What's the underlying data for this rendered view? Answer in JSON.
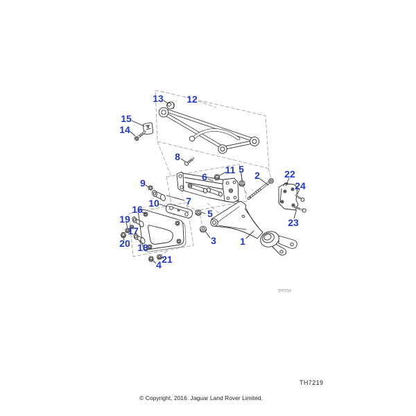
{
  "diagram": {
    "drawing_code": "TH7219",
    "callouts": {
      "n1": "1",
      "n2": "2",
      "n3": "3",
      "n4": "4",
      "n5": "5",
      "n6": "6",
      "n7": "7",
      "n8": "8",
      "n9": "9",
      "n10": "10",
      "n11": "11",
      "n12": "12",
      "n13": "13",
      "n14": "14",
      "n15": "15",
      "n16": "16",
      "n17": "17",
      "n18": "18",
      "n19": "19",
      "n20": "20",
      "n21": "21",
      "n22": "22",
      "n23": "23",
      "n24": "24"
    }
  },
  "footer": {
    "copyright": "© Copyright, 2016. Jaguar Land Rover Limited."
  },
  "colors": {
    "callout": "#2137cc",
    "line": "#2b2b2b"
  }
}
